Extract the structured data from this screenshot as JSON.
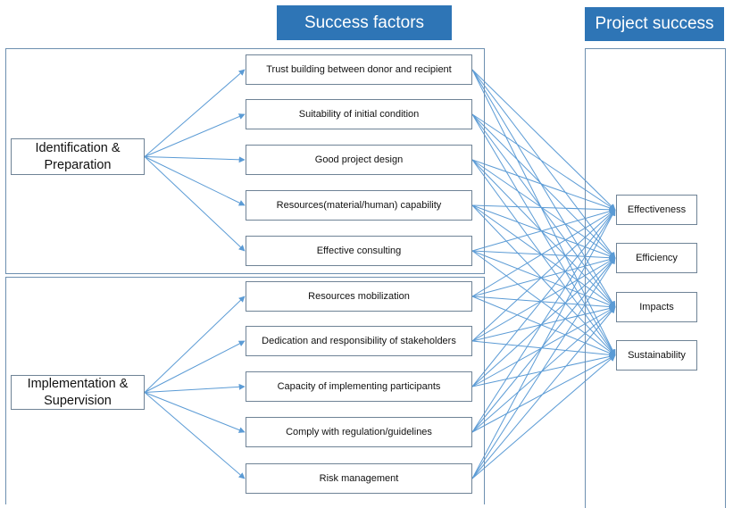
{
  "headers": {
    "factors": "Success factors",
    "success": "Project success"
  },
  "phases": [
    {
      "label": "Identification & Preparation",
      "factors": [
        "Trust building between donor and recipient",
        "Suitability of initial condition",
        "Good project design",
        "Resources(material/human) capability",
        "Effective consulting"
      ]
    },
    {
      "label": "Implementation & Supervision",
      "factors": [
        "Resources mobilization",
        "Dedication and responsibility of stakeholders",
        "Capacity of implementing participants",
        "Comply with regulation/guidelines",
        "Risk management"
      ]
    }
  ],
  "outcomes": [
    "Effectiveness",
    "Efficiency",
    "Impacts",
    "Sustainability"
  ],
  "colors": {
    "header_fill": "#2e75b6",
    "arrow": "#5b9bd5",
    "box_border": "#6f8396"
  }
}
